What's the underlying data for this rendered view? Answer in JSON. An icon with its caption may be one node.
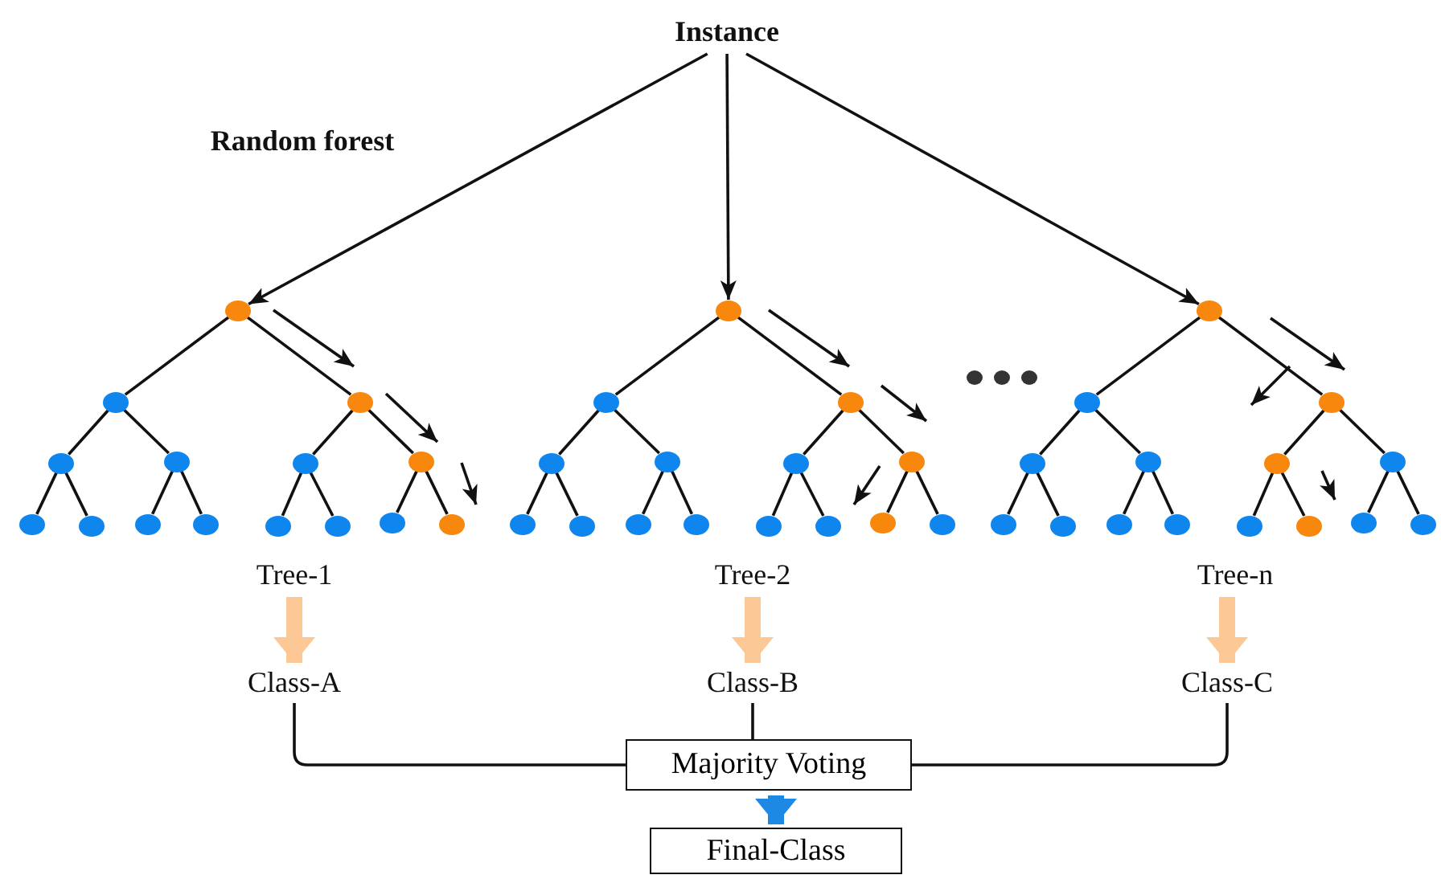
{
  "diagram": {
    "nodes": [
      {
        "text": [
          "Instance"
        ]
      },
      {
        "text": [],
        "shape": "circle"
      },
      {
        "text": [],
        "shape": "circle"
      },
      {
        "text": [],
        "shape": "circle"
      },
      {
        "text": [],
        "shape": "circle"
      },
      {
        "text": [],
        "shape": "circle"
      },
      {
        "text": [],
        "shape": "circle"
      },
      {
        "text": [],
        "shape": "circle"
      },
      {
        "text": [],
        "shape": "circle"
      },
      {
        "text": [],
        "shape": "circle"
      },
      {
        "text": [],
        "shape": "circle"
      },
      {
        "text": [],
        "shape": "circle"
      },
      {
        "text": [],
        "shape": "circle"
      },
      {
        "text": [],
        "shape": "circle"
      },
      {
        "text": [],
        "shape": "circle"
      },
      {
        "text": [],
        "shape": "circle"
      },
      {
        "text": [],
        "shape": "circle"
      },
      {
        "text": [],
        "shape": "circle"
      },
      {
        "text": [],
        "shape": "circle"
      },
      {
        "text": [],
        "shape": "circle"
      },
      {
        "text": [],
        "shape": "circle"
      },
      {
        "text": [],
        "shape": "circle"
      },
      {
        "text": [],
        "shape": "circle"
      },
      {
        "text": [],
        "shape": "circle"
      },
      {
        "text": [],
        "shape": "circle"
      },
      {
        "text": [],
        "shape": "circle"
      },
      {
        "text": [],
        "shape": "circle"
      },
      {
        "text": [],
        "shape": "circle"
      },
      {
        "text": [],
        "shape": "circle"
      },
      {
        "text": [],
        "shape": "circle"
      },
      {
        "text": [],
        "shape": "circle"
      },
      {
        "text": [],
        "shape": "circle"
      },
      {
        "text": [],
        "shape": "circle"
      },
      {
        "text": [],
        "shape": "circle"
      },
      {
        "text": [],
        "shape": "circle"
      },
      {
        "text": [],
        "shape": "circle"
      },
      {
        "text": [],
        "shape": "circle"
      },
      {
        "text": [],
        "shape": "circle"
      },
      {
        "text": [],
        "shape": "circle"
      },
      {
        "text": [],
        "shape": "circle"
      },
      {
        "text": [],
        "shape": "circle"
      },
      {
        "text": [],
        "shape": "circle"
      },
      {
        "text": [],
        "shape": "circle"
      },
      {
        "text": [],
        "shape": "circle"
      },
      {
        "text": [],
        "shape": "circle"
      },
      {
        "text": [],
        "shape": "circle"
      },
      {
        "text": [
          "Tree-1"
        ]
      },
      {
        "text": [
          "Tree-2"
        ]
      },
      {
        "text": [
          "Tree-n"
        ]
      },
      {
        "text": [
          "Class-A"
        ]
      },
      {
        "text": [
          "Class-B"
        ]
      },
      {
        "text": [
          "Class-C"
        ]
      },
      {
        "text": [
          "Majority Voting"
        ]
      },
      {
        "text": [
          "Final-Class"
        ]
      }
    ],
    "edges": [
      {
        "from": 0,
        "to": 1,
        "arrow": "to"
      },
      {
        "from": 0,
        "to": 16,
        "arrow": "to"
      },
      {
        "from": 0,
        "to": 31,
        "arrow": "to"
      },
      {
        "from": 1,
        "to": 2,
        "arrow": "none"
      },
      {
        "from": 1,
        "to": 3,
        "arrow": "none"
      },
      {
        "from": 2,
        "to": 4,
        "arrow": "none"
      },
      {
        "from": 2,
        "to": 5,
        "arrow": "none"
      },
      {
        "from": 3,
        "to": 6,
        "arrow": "none"
      },
      {
        "from": 3,
        "to": 7,
        "arrow": "none"
      },
      {
        "from": 4,
        "to": 8,
        "arrow": "none"
      },
      {
        "from": 4,
        "to": 9,
        "arrow": "none"
      },
      {
        "from": 5,
        "to": 10,
        "arrow": "none"
      },
      {
        "from": 5,
        "to": 11,
        "arrow": "none"
      },
      {
        "from": 6,
        "to": 12,
        "arrow": "none"
      },
      {
        "from": 6,
        "to": 13,
        "arrow": "none"
      },
      {
        "from": 7,
        "to": 14,
        "arrow": "none"
      },
      {
        "from": 7,
        "to": 15,
        "arrow": "none"
      },
      {
        "from": 16,
        "to": 17,
        "arrow": "none"
      },
      {
        "from": 16,
        "to": 18,
        "arrow": "none"
      },
      {
        "from": 17,
        "to": 19,
        "arrow": "none"
      },
      {
        "from": 17,
        "to": 20,
        "arrow": "none"
      },
      {
        "from": 18,
        "to": 21,
        "arrow": "none"
      },
      {
        "from": 18,
        "to": 22,
        "arrow": "none"
      },
      {
        "from": 19,
        "to": 23,
        "arrow": "none"
      },
      {
        "from": 19,
        "to": 24,
        "arrow": "none"
      },
      {
        "from": 20,
        "to": 25,
        "arrow": "none"
      },
      {
        "from": 20,
        "to": 26,
        "arrow": "none"
      },
      {
        "from": 21,
        "to": 27,
        "arrow": "none"
      },
      {
        "from": 21,
        "to": 28,
        "arrow": "none"
      },
      {
        "from": 22,
        "to": 29,
        "arrow": "none"
      },
      {
        "from": 22,
        "to": 30,
        "arrow": "none"
      },
      {
        "from": 31,
        "to": 32,
        "arrow": "none"
      },
      {
        "from": 31,
        "to": 33,
        "arrow": "none"
      },
      {
        "from": 32,
        "to": 34,
        "arrow": "none"
      },
      {
        "from": 32,
        "to": 35,
        "arrow": "none"
      },
      {
        "from": 33,
        "to": 36,
        "arrow": "none"
      },
      {
        "from": 33,
        "to": 37,
        "arrow": "none"
      },
      {
        "from": 34,
        "to": 38,
        "arrow": "none"
      },
      {
        "from": 34,
        "to": 39,
        "arrow": "none"
      },
      {
        "from": 35,
        "to": 40,
        "arrow": "none"
      },
      {
        "from": 35,
        "to": 41,
        "arrow": "none"
      },
      {
        "from": 36,
        "to": 42,
        "arrow": "none"
      },
      {
        "from": 36,
        "to": 43,
        "arrow": "none"
      },
      {
        "from": 37,
        "to": 44,
        "arrow": "none"
      },
      {
        "from": 37,
        "to": 45,
        "arrow": "none"
      },
      {
        "from": 46,
        "to": 49,
        "arrow": "to",
        "style": "thick",
        "color": "#fcc896"
      },
      {
        "from": 47,
        "to": 50,
        "arrow": "to",
        "style": "thick",
        "color": "#fcc896"
      },
      {
        "from": 48,
        "to": 51,
        "arrow": "to",
        "style": "thick",
        "color": "#fcc896"
      },
      {
        "from": 49,
        "to": 52,
        "arrow": "none"
      },
      {
        "from": 50,
        "to": 52,
        "arrow": "none"
      },
      {
        "from": 51,
        "to": 52,
        "arrow": "none"
      },
      {
        "from": 52,
        "to": 53,
        "arrow": "to",
        "style": "thick",
        "color": "#1e88e5"
      }
    ],
    "labels": [
      "Random forest"
    ]
  }
}
